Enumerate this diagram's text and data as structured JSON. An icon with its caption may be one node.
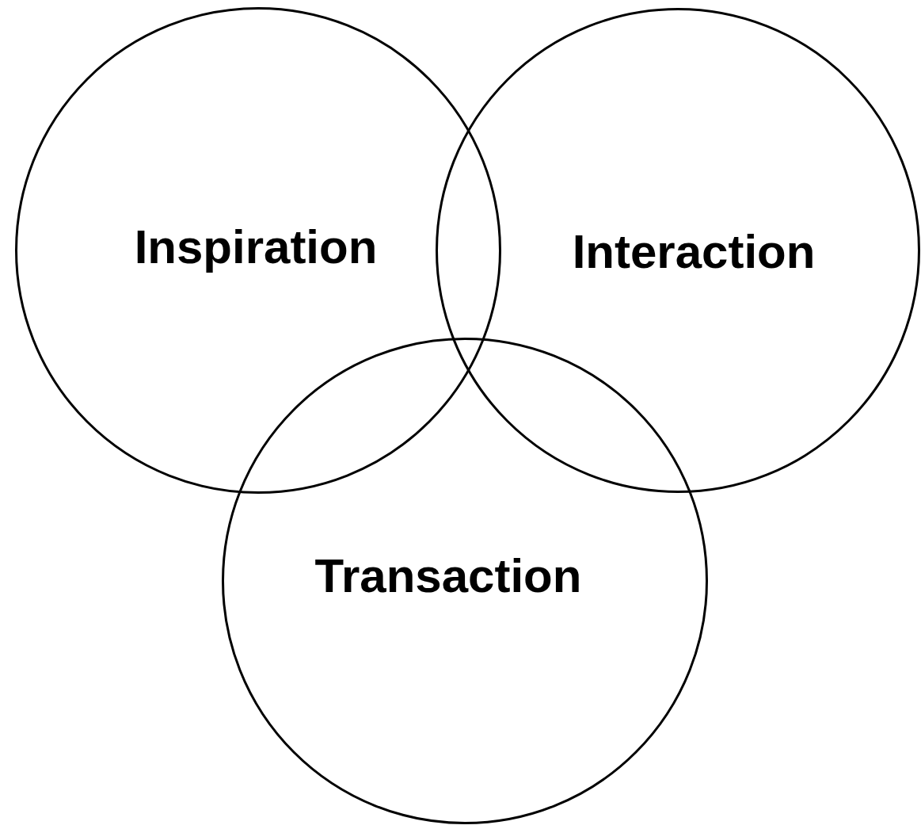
{
  "diagram": {
    "nodes": [
      {
        "text": [
          "Inspiration"
        ]
      },
      {
        "text": [
          "Interaction"
        ]
      },
      {
        "text": [
          "Transaction"
        ]
      }
    ]
  }
}
